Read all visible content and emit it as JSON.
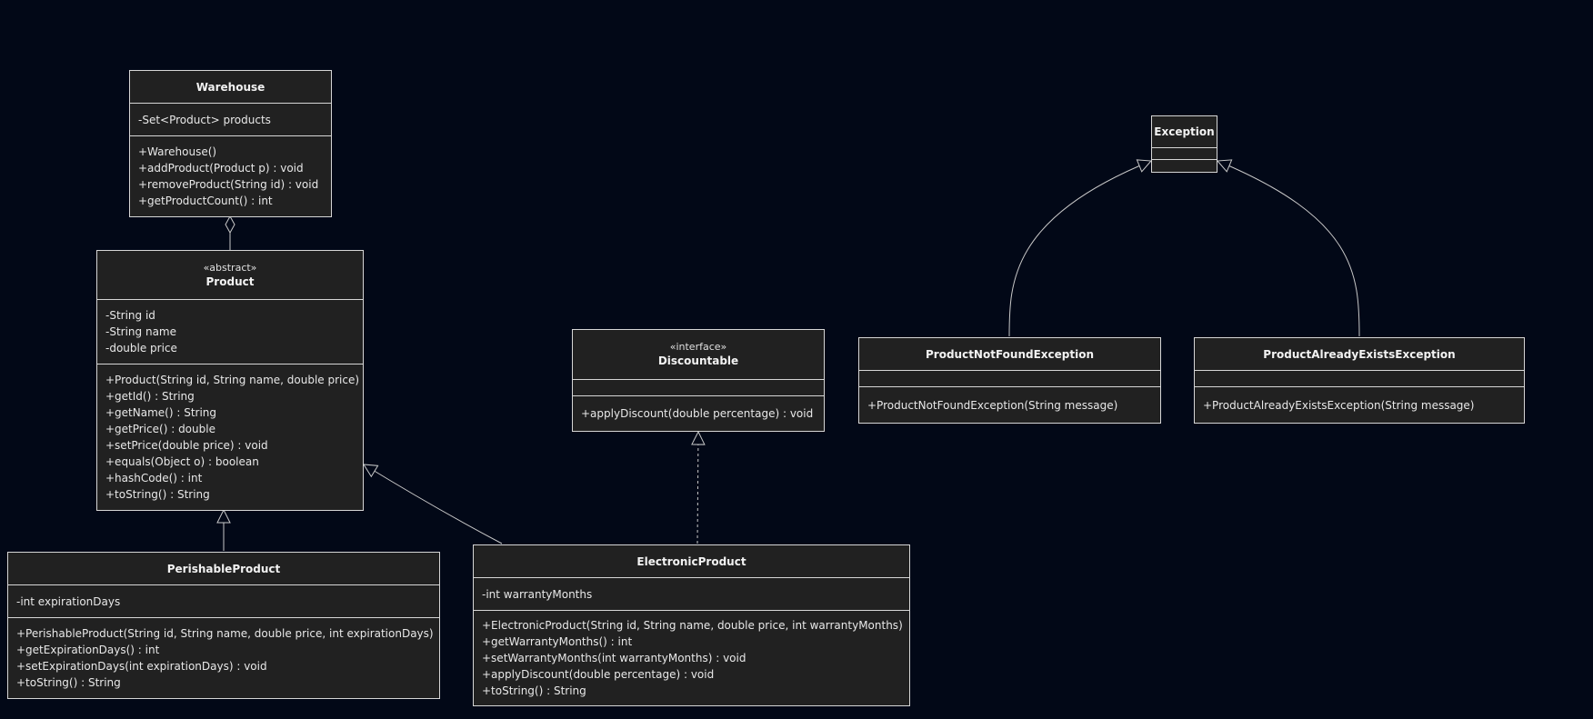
{
  "diagram": {
    "classes": {
      "warehouse": {
        "name": "Warehouse",
        "attributes": [
          "-Set<Product> products"
        ],
        "methods": [
          "+Warehouse()",
          "+addProduct(Product p) : void",
          "+removeProduct(String id) : void",
          "+getProductCount() : int"
        ]
      },
      "product": {
        "stereotype": "«abstract»",
        "name": "Product",
        "attributes": [
          "-String id",
          "-String name",
          "-double price"
        ],
        "methods": [
          "+Product(String id, String name, double price)",
          "+getId() : String",
          "+getName() : String",
          "+getPrice() : double",
          "+setPrice(double price) : void",
          "+equals(Object o) : boolean",
          "+hashCode() : int",
          "+toString() : String"
        ]
      },
      "discountable": {
        "stereotype": "«interface»",
        "name": "Discountable",
        "attributes": [],
        "methods": [
          "+applyDiscount(double percentage) : void"
        ]
      },
      "exception": {
        "name": "Exception",
        "attributes": [],
        "methods": []
      },
      "product_not_found_exception": {
        "name": "ProductNotFoundException",
        "attributes": [],
        "methods": [
          "+ProductNotFoundException(String message)"
        ]
      },
      "product_already_exists_exception": {
        "name": "ProductAlreadyExistsException",
        "attributes": [],
        "methods": [
          "+ProductAlreadyExistsException(String message)"
        ]
      },
      "perishable_product": {
        "name": "PerishableProduct",
        "attributes": [
          "-int expirationDays"
        ],
        "methods": [
          "+PerishableProduct(String id, String name, double price, int expirationDays)",
          "+getExpirationDays() : int",
          "+setExpirationDays(int expirationDays) : void",
          "+toString() : String"
        ]
      },
      "electronic_product": {
        "name": "ElectronicProduct",
        "attributes": [
          "-int warrantyMonths"
        ],
        "methods": [
          "+ElectronicProduct(String id, String name, double price, int warrantyMonths)",
          "+getWarrantyMonths() : int",
          "+setWarrantyMonths(int warrantyMonths) : void",
          "+applyDiscount(double percentage) : void",
          "+toString() : String"
        ]
      }
    },
    "relations": [
      {
        "from": "warehouse",
        "to": "product",
        "kind": "aggregation"
      },
      {
        "from": "perishable_product",
        "to": "product",
        "kind": "inheritance"
      },
      {
        "from": "electronic_product",
        "to": "product",
        "kind": "inheritance"
      },
      {
        "from": "electronic_product",
        "to": "discountable",
        "kind": "realization"
      },
      {
        "from": "product_not_found_exception",
        "to": "exception",
        "kind": "inheritance"
      },
      {
        "from": "product_already_exists_exception",
        "to": "exception",
        "kind": "inheritance"
      }
    ],
    "colors": {
      "background": "#020817",
      "box_fill": "#212121",
      "box_border": "#d6d6d6",
      "line": "#c8c8c8",
      "text": "#e8e8e8"
    }
  }
}
